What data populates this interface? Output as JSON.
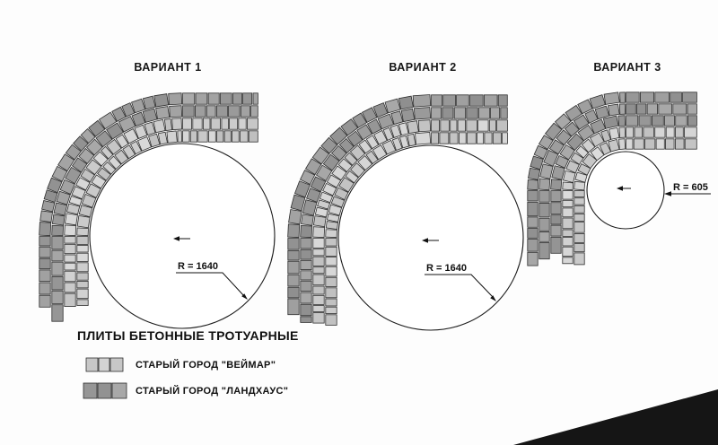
{
  "variants": [
    {
      "title": "ВАРИАНТ 1",
      "radius_label": "R = 1640"
    },
    {
      "title": "ВАРИАНТ 2",
      "radius_label": "R = 1640"
    },
    {
      "title": "ВАРИАНТ 3",
      "radius_label": "R = 605"
    }
  ],
  "legend": {
    "title": "ПЛИТЫ БЕТОННЫЕ ТРОТУАРНЫЕ",
    "items": [
      {
        "label": "СТАРЫЙ ГОРОД \"ВЕЙМАР\"",
        "color": "#cdcdcd"
      },
      {
        "label": "СТАРЫЙ ГОРОД \"ЛАНДХАУС\"",
        "color": "#9c9c9c"
      }
    ]
  },
  "artifacts": {
    "corner_shadow_color": "#151515"
  }
}
